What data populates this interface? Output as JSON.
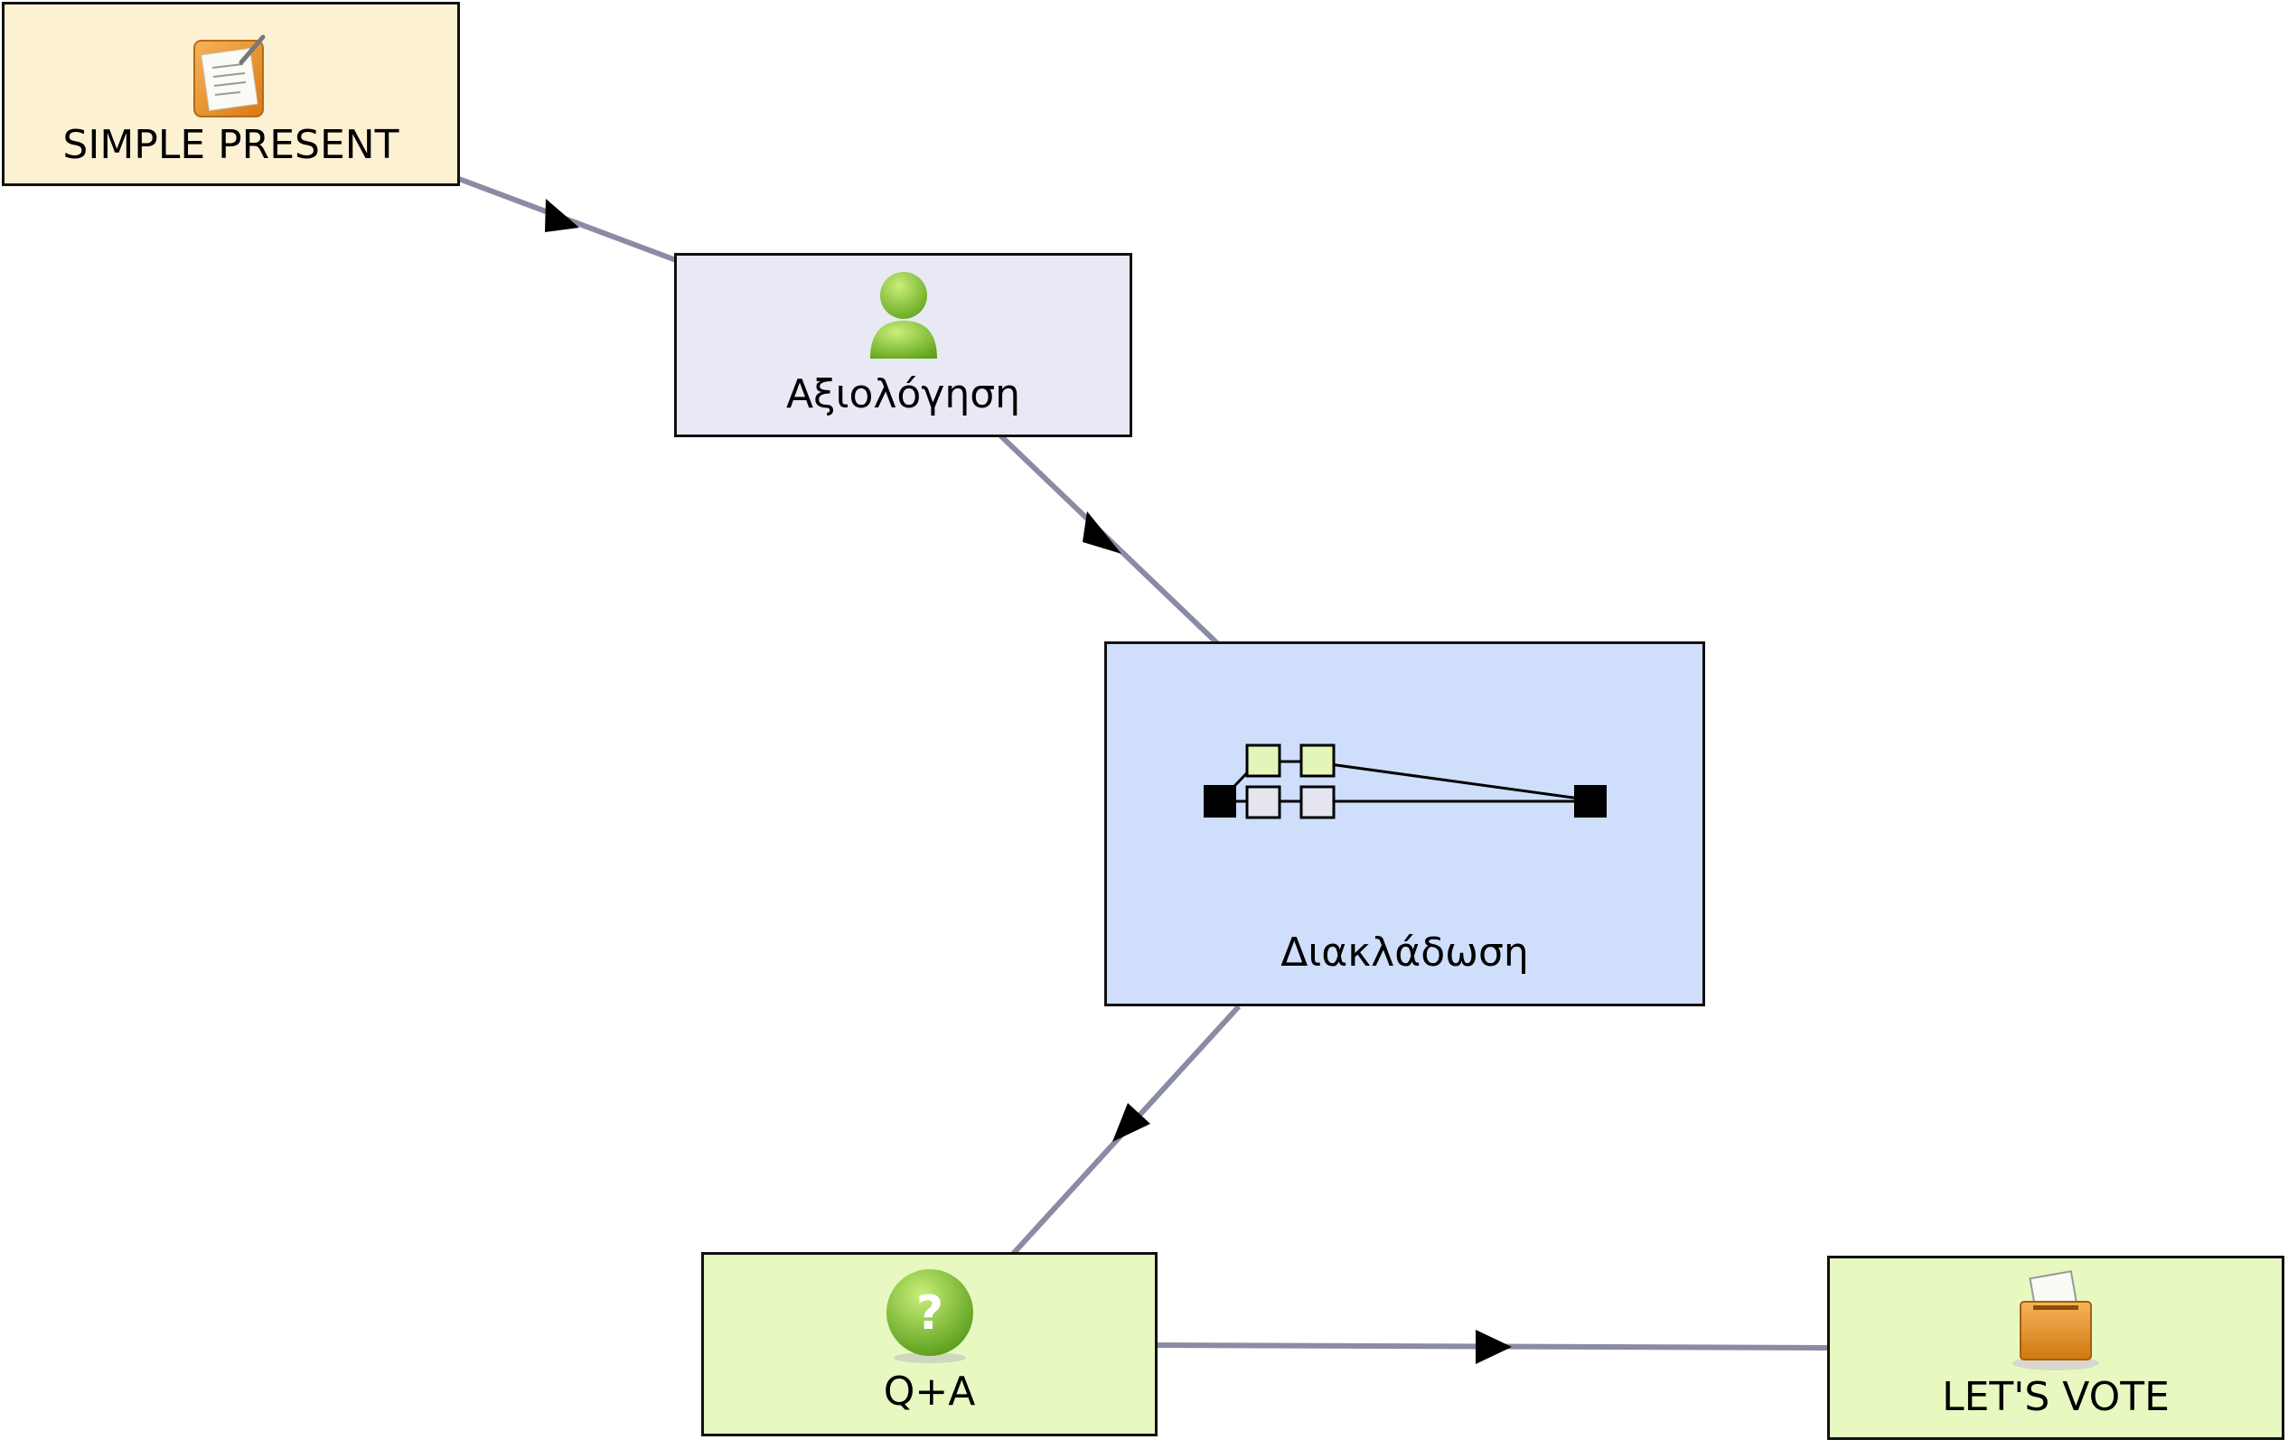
{
  "diagram": {
    "nodes": [
      {
        "id": "simple-present",
        "label": "SIMPLE PRESENT",
        "icon": "notepad-icon",
        "fill": "#fcf1d3"
      },
      {
        "id": "assessment",
        "label": "Αξιολόγηση",
        "icon": "user-icon",
        "fill": "#e9e9f5"
      },
      {
        "id": "branching",
        "label": "Διακλάδωση",
        "icon": "branching-icon",
        "fill": "#cfdefb"
      },
      {
        "id": "qa",
        "label": "Q+A",
        "icon": "question-icon",
        "fill": "#e7f8c0"
      },
      {
        "id": "vote",
        "label": "LET'S VOTE",
        "icon": "ballot-box-icon",
        "fill": "#e7f8c0"
      }
    ],
    "edges": [
      {
        "from": "simple-present",
        "to": "assessment"
      },
      {
        "from": "assessment",
        "to": "branching"
      },
      {
        "from": "branching",
        "to": "qa"
      },
      {
        "from": "qa",
        "to": "vote"
      }
    ],
    "edge_color": "#8a8ca3",
    "arrow_color": "#000000"
  }
}
